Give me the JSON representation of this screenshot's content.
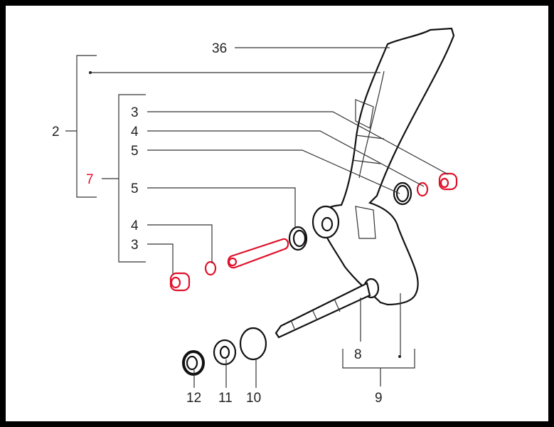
{
  "diagram": {
    "callouts": {
      "frame": "36",
      "assembly": "2",
      "kit": "7",
      "upper_bushing": "3",
      "upper_ring": "4",
      "upper_washer": "5",
      "lower_washer": "5",
      "lower_ring": "4",
      "lower_bushing": "3",
      "shaft": "8",
      "arm_assembly": "9",
      "o_ring": "10",
      "washer": "11",
      "nut": "12"
    },
    "colors": {
      "highlight": "#e0102a",
      "ink": "#222222"
    }
  }
}
